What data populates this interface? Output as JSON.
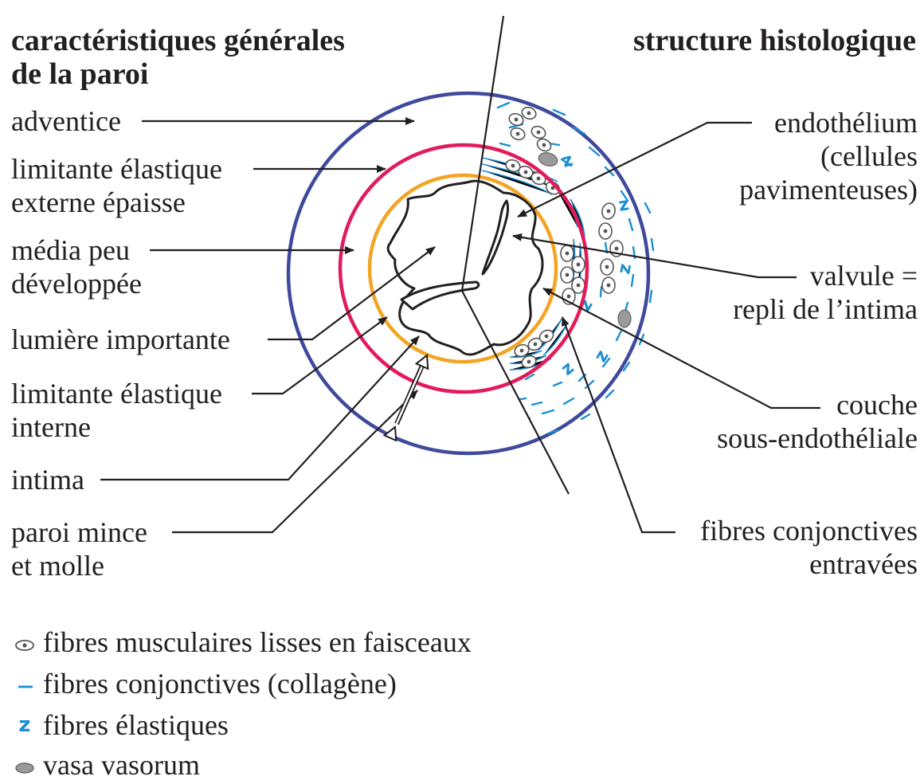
{
  "titles": {
    "left": [
      "caractéristiques générales",
      "de la paroi"
    ],
    "right": "structure histologique"
  },
  "left_labels": {
    "adventice": "adventice",
    "lim_ext": [
      "limitante élastique",
      "externe épaisse"
    ],
    "media": [
      "média peu",
      "développée"
    ],
    "lumiere": "lumière importante",
    "lim_int": [
      "limitante élastique",
      "interne"
    ],
    "intima": "intima",
    "paroi": [
      "paroi mince",
      "et molle"
    ]
  },
  "right_labels": {
    "endothelium": [
      "endothélium",
      "(cellules",
      "pavimenteuses)"
    ],
    "valvule": [
      "valvule =",
      "repli de l’intima"
    ],
    "couche": [
      "couche",
      "sous-endothéliale"
    ],
    "fibres": [
      "fibres conjonctives",
      "entravées"
    ]
  },
  "legend": [
    {
      "icon": "muscle-fiber-icon",
      "label": "fibres musculaires lisses en faisceaux"
    },
    {
      "icon": "collagen-fiber-icon",
      "label": "fibres conjonctives (collagène)"
    },
    {
      "icon": "elastic-fiber-icon",
      "symbol": "z",
      "label": "fibres élastiques"
    },
    {
      "icon": "vasa-vasorum-icon",
      "label": "vasa vasorum"
    }
  ],
  "colors": {
    "adventice_ring": "#3f4a9c",
    "external_elastic": "#e21b5a",
    "internal_elastic": "#f4a424",
    "fibers": "#1a8fd2",
    "text": "#231f20"
  }
}
